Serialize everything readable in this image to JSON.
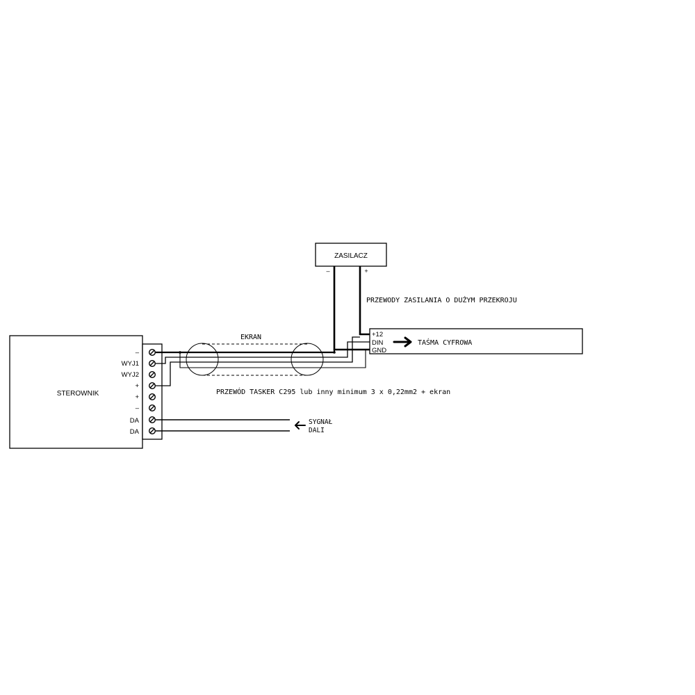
{
  "controller": {
    "title": "STEROWNIK",
    "terminals": [
      "–",
      "WYJ1",
      "WYJ2",
      "+",
      "+",
      "–",
      "DA",
      "DA"
    ]
  },
  "power_supply": {
    "title": "ZASILACZ",
    "minus": "–",
    "plus": "+"
  },
  "strip": {
    "pins": [
      "+12",
      "DIN",
      "GND"
    ],
    "label": "TAŚMA CYFROWA"
  },
  "labels": {
    "screen": "EKRAN",
    "power_wires": "PRZEWODY ZASILANIA O DUŻYM PRZEKROJU",
    "cable": "PRZEWÓD TASKER C295 lub inny minimum 3 x 0,22mm2 + ekran",
    "signal_line1": "SYGNAŁ",
    "signal_line2": "DALI"
  },
  "colors": {
    "ink": "#000000",
    "background": "#ffffff"
  }
}
